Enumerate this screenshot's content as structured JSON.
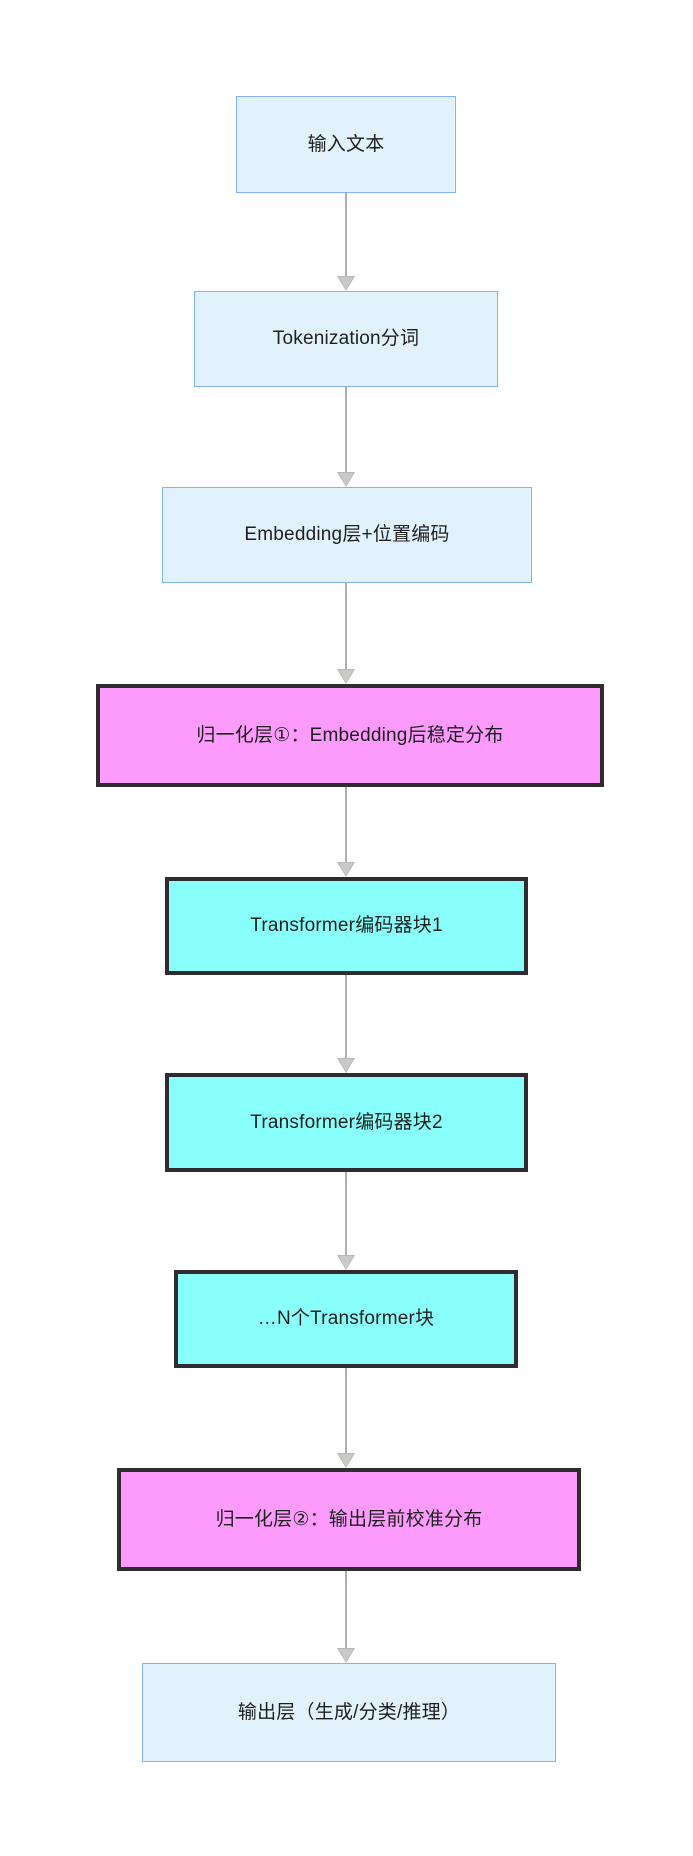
{
  "diagram": {
    "type": "flowchart",
    "orientation": "top-to-bottom",
    "background": "#ffffff",
    "colors": {
      "blue_fill": "#e2f2fd",
      "blue_border": "#80b3f8",
      "pink_fill": "#fd9bfd",
      "cyan_fill": "#89fffb",
      "emphasis_border": "#2f2b30",
      "arrow": "#b0b0b0",
      "text": "#1f1f1f"
    },
    "nodes": [
      {
        "id": "input-text",
        "label": "输入文本",
        "style": "blue"
      },
      {
        "id": "tokenization",
        "label": "Tokenization分词",
        "style": "blue"
      },
      {
        "id": "embedding",
        "label": "Embedding层+位置编码",
        "style": "blue"
      },
      {
        "id": "norm-layer-1",
        "label": "归一化层①：Embedding后稳定分布",
        "style": "pink"
      },
      {
        "id": "encoder-block-1",
        "label": "Transformer编码器块1",
        "style": "cyan"
      },
      {
        "id": "encoder-block-2",
        "label": "Transformer编码器块2",
        "style": "cyan"
      },
      {
        "id": "encoder-block-n",
        "label": "…N个Transformer块",
        "style": "cyan"
      },
      {
        "id": "norm-layer-2",
        "label": "归一化层②：输出层前校准分布",
        "style": "pink"
      },
      {
        "id": "output-layer",
        "label": "输出层（生成/分类/推理）",
        "style": "blue"
      }
    ],
    "edges": [
      {
        "from": "input-text",
        "to": "tokenization",
        "arrow": "arrowhead-down-icon"
      },
      {
        "from": "tokenization",
        "to": "embedding",
        "arrow": "arrowhead-down-icon"
      },
      {
        "from": "embedding",
        "to": "norm-layer-1",
        "arrow": "arrowhead-down-icon"
      },
      {
        "from": "norm-layer-1",
        "to": "encoder-block-1",
        "arrow": "arrowhead-down-icon"
      },
      {
        "from": "encoder-block-1",
        "to": "encoder-block-2",
        "arrow": "arrowhead-down-icon"
      },
      {
        "from": "encoder-block-2",
        "to": "encoder-block-n",
        "arrow": "arrowhead-down-icon"
      },
      {
        "from": "encoder-block-n",
        "to": "norm-layer-2",
        "arrow": "arrowhead-down-icon"
      },
      {
        "from": "norm-layer-2",
        "to": "output-layer",
        "arrow": "arrowhead-down-icon"
      }
    ]
  }
}
